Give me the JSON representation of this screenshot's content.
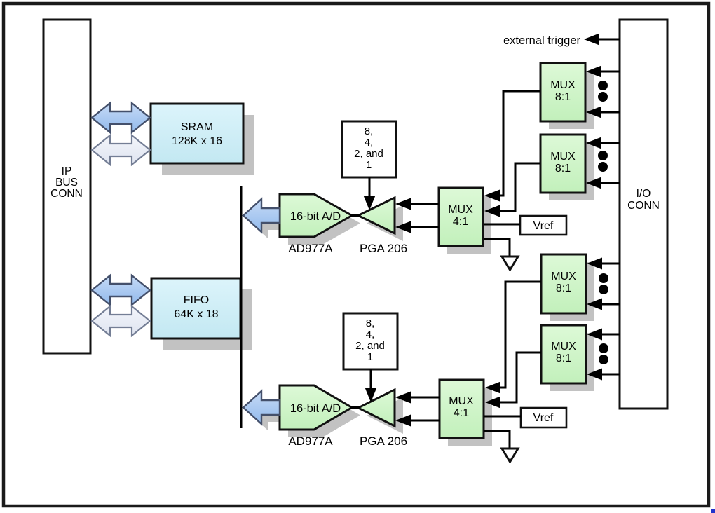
{
  "frame": {
    "border_color": "#1a1a1a",
    "corner_accent_color": "#2233cc"
  },
  "colors": {
    "block_green": "#cdf4c6",
    "block_cyan": "#cdecf6",
    "arrow_blue": "#a6c8f0",
    "arrow_light": "#e9ecf6",
    "shadow_gray": "#c2c2c2"
  },
  "ip_bus_conn": {
    "lines": [
      "IP",
      "BUS",
      "CONN"
    ]
  },
  "sram": {
    "title": "SRAM",
    "size": "128K x 16"
  },
  "fifo": {
    "title": "FIFO",
    "size": "64K x 18"
  },
  "io_conn": {
    "lines": [
      "I/O",
      "CONN"
    ]
  },
  "external_trigger_label": "external trigger",
  "mux81": {
    "line1": "MUX",
    "line2": "8:1"
  },
  "mux41": {
    "line1": "MUX",
    "line2": "4:1"
  },
  "vref_label": "Vref",
  "adc": {
    "label": "16-bit A/D",
    "part": "AD977A"
  },
  "pga": {
    "part": "PGA 206",
    "gain_lines": [
      "8,",
      "4,",
      "2, and",
      "1"
    ]
  }
}
